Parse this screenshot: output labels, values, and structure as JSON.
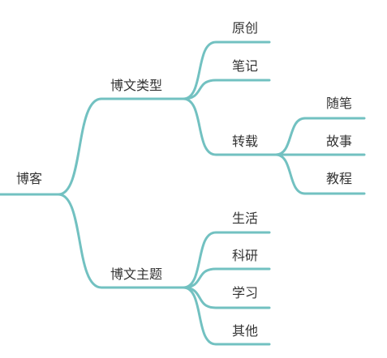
{
  "theme": {
    "branch_color": "#72c1c1",
    "text_color": "#333333"
  },
  "mindmap": {
    "root": "博客",
    "branches": [
      {
        "label": "博文类型",
        "children": [
          {
            "label": "原创"
          },
          {
            "label": "笔记"
          },
          {
            "label": "转载",
            "children": [
              "随笔",
              "故事",
              "教程"
            ]
          }
        ]
      },
      {
        "label": "博文主题",
        "children": [
          {
            "label": "生活"
          },
          {
            "label": "科研"
          },
          {
            "label": "学习"
          },
          {
            "label": "其他"
          }
        ]
      }
    ]
  }
}
